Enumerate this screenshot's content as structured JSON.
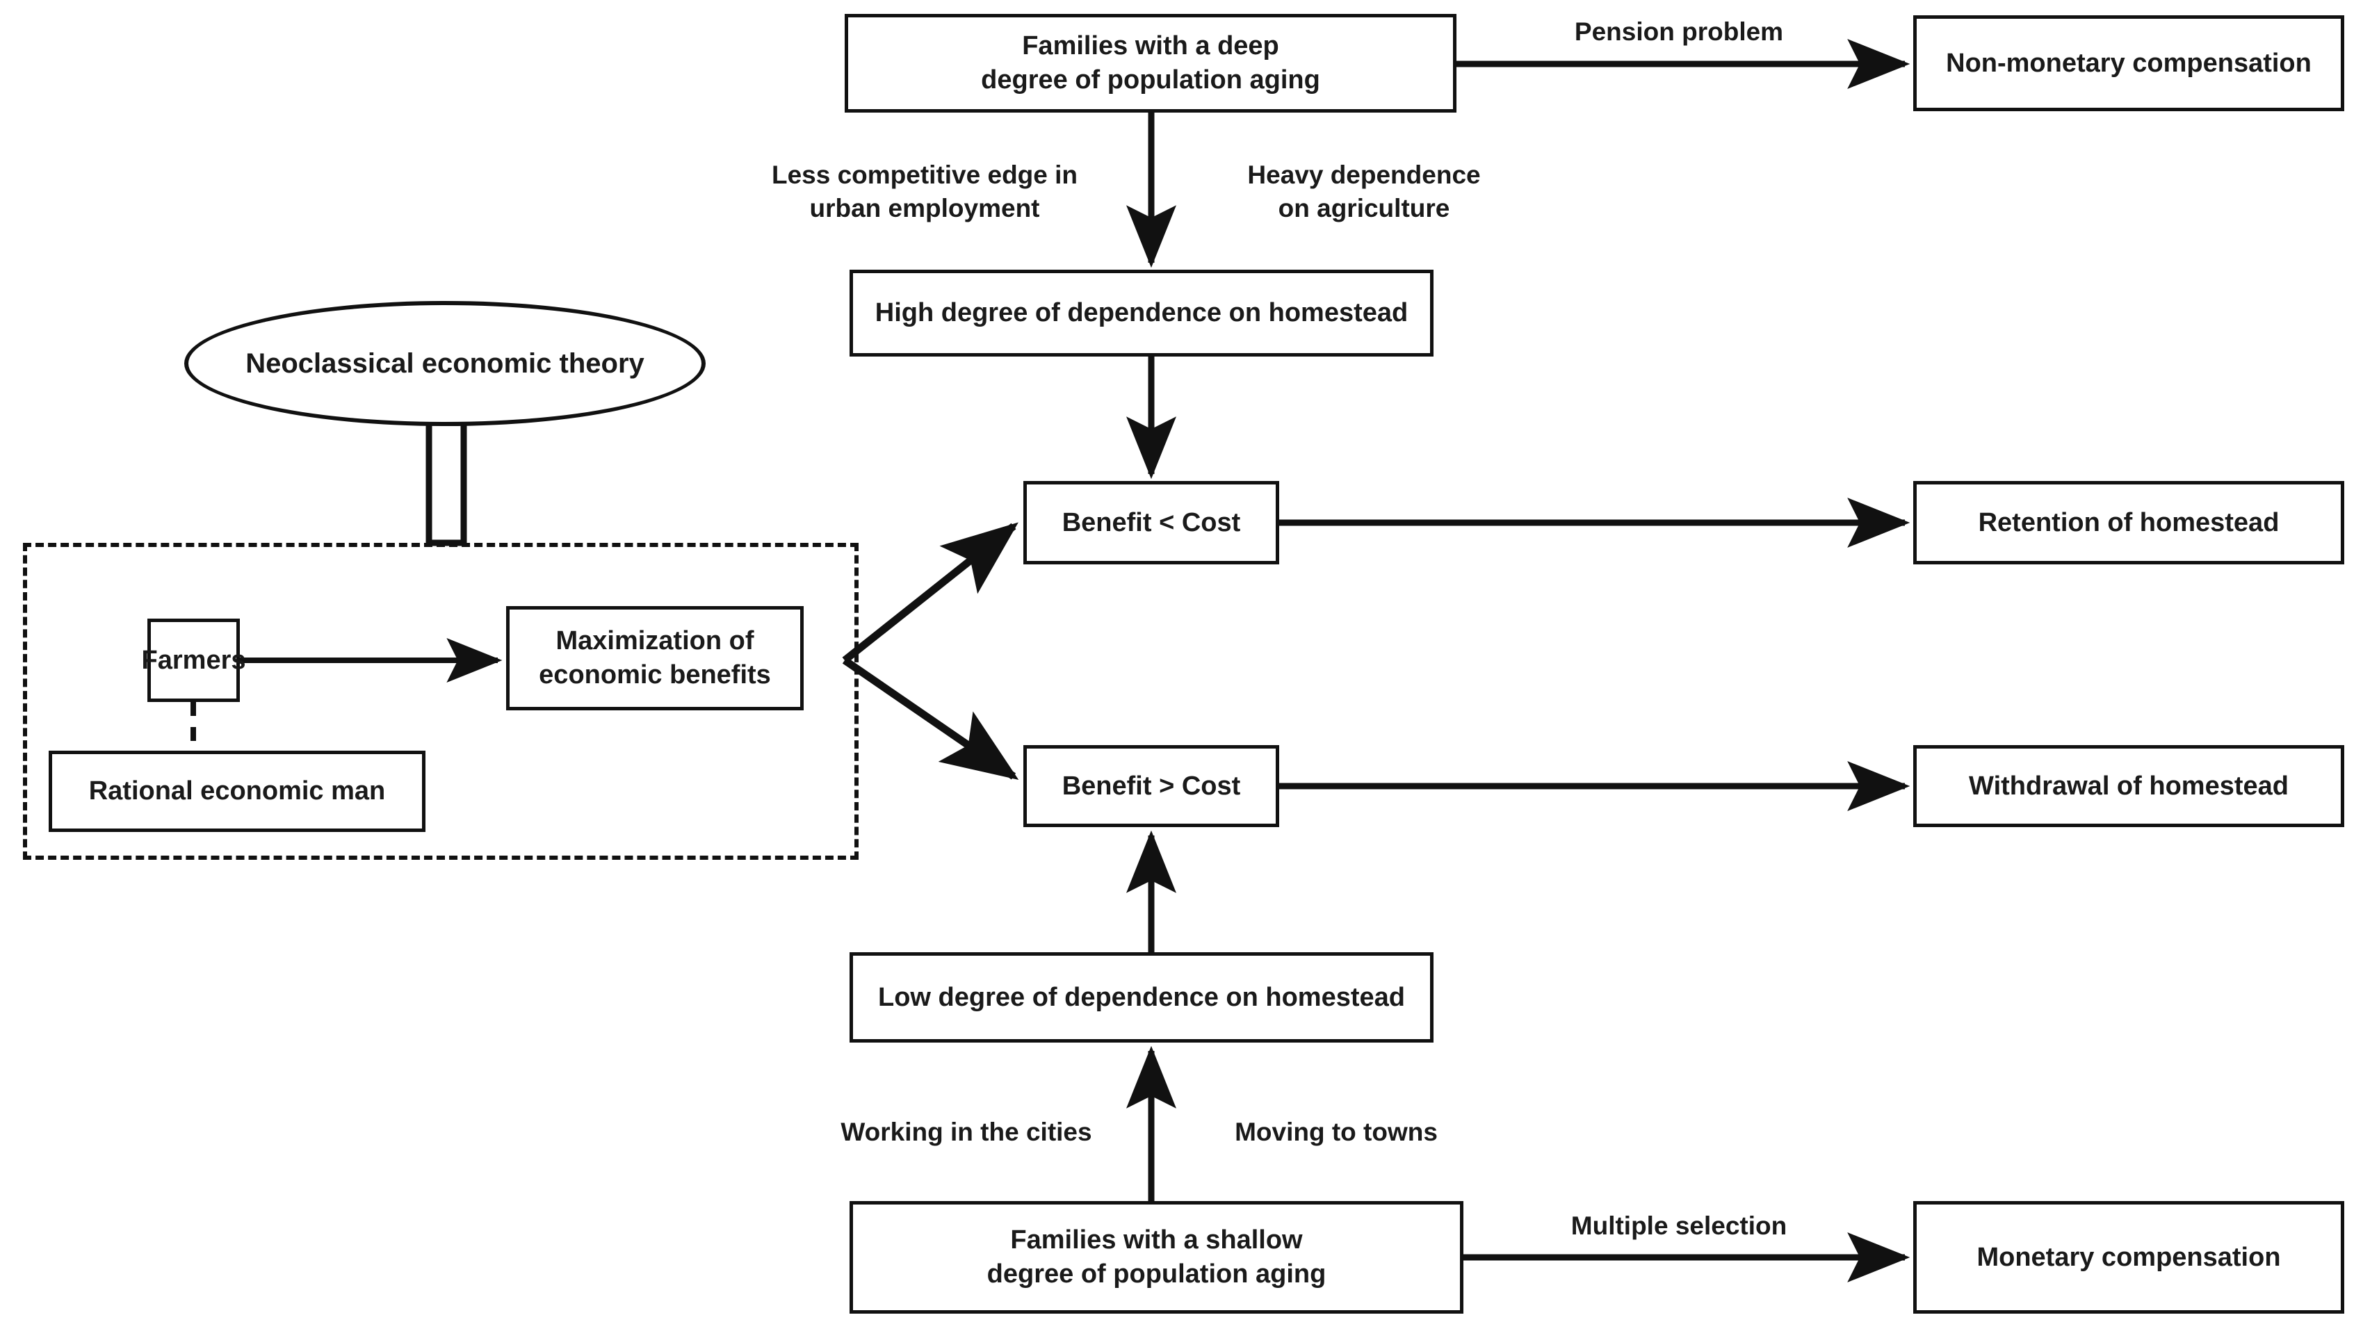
{
  "diagram": {
    "title": "Homestead withdrawal decision framework",
    "colors": {
      "stroke": "#111111",
      "text": "#1a1a1a",
      "background": "#ffffff"
    },
    "nodes": {
      "theory": {
        "label": "Neoclassical economic theory",
        "shape": "ellipse"
      },
      "farmers": {
        "label": "Farmers",
        "shape": "rect"
      },
      "rational_man": {
        "label": "Rational economic man",
        "shape": "rect"
      },
      "maximization": {
        "label": "Maximization of\neconomic benefits",
        "shape": "rect"
      },
      "deep_aging": {
        "label": "Families with a deep\ndegree of population aging",
        "shape": "rect"
      },
      "non_monetary": {
        "label": "Non-monetary compensation",
        "shape": "rect"
      },
      "high_dependence": {
        "label": "High degree of dependence on homestead",
        "shape": "rect"
      },
      "benefit_lt_cost": {
        "label": "Benefit < Cost",
        "shape": "rect"
      },
      "retention": {
        "label": "Retention of homestead",
        "shape": "rect"
      },
      "benefit_gt_cost": {
        "label": "Benefit > Cost",
        "shape": "rect"
      },
      "withdrawal": {
        "label": "Withdrawal of homestead",
        "shape": "rect"
      },
      "low_dependence": {
        "label": "Low degree of dependence on homestead",
        "shape": "rect"
      },
      "shallow_aging": {
        "label": "Families with a shallow\ndegree of population aging",
        "shape": "rect"
      },
      "monetary": {
        "label": "Monetary compensation",
        "shape": "rect"
      }
    },
    "edge_labels": {
      "pension_problem": "Pension problem",
      "less_competitive": "Less competitive edge in\nurban employment",
      "heavy_dependence": "Heavy dependence\non agriculture",
      "working_cities": "Working in the cities",
      "moving_towns": "Moving to towns",
      "multiple_selection": "Multiple selection"
    },
    "edges": [
      {
        "from": "deep_aging",
        "to": "non_monetary",
        "label": "Pension problem",
        "style": "solid-arrow"
      },
      {
        "from": "deep_aging",
        "to": "high_dependence",
        "label": "Less competitive edge in urban employment / Heavy dependence on agriculture",
        "style": "solid-arrow"
      },
      {
        "from": "high_dependence",
        "to": "benefit_lt_cost",
        "label": "",
        "style": "solid-arrow"
      },
      {
        "from": "maximization",
        "to": "benefit_lt_cost",
        "label": "",
        "style": "solid-arrow"
      },
      {
        "from": "maximization",
        "to": "benefit_gt_cost",
        "label": "",
        "style": "solid-arrow"
      },
      {
        "from": "benefit_lt_cost",
        "to": "retention",
        "label": "",
        "style": "solid-arrow"
      },
      {
        "from": "benefit_gt_cost",
        "to": "withdrawal",
        "label": "",
        "style": "solid-arrow"
      },
      {
        "from": "low_dependence",
        "to": "benefit_gt_cost",
        "label": "",
        "style": "solid-arrow"
      },
      {
        "from": "shallow_aging",
        "to": "low_dependence",
        "label": "Working in the cities / Moving to towns",
        "style": "solid-arrow"
      },
      {
        "from": "shallow_aging",
        "to": "monetary",
        "label": "Multiple selection",
        "style": "solid-arrow"
      },
      {
        "from": "farmers",
        "to": "maximization",
        "label": "",
        "style": "solid-arrow"
      },
      {
        "from": "farmers",
        "to": "rational_man",
        "label": "",
        "style": "dashed-line"
      },
      {
        "from": "group_dashed",
        "to": "theory",
        "label": "",
        "style": "hollow-block-arrow"
      }
    ]
  }
}
